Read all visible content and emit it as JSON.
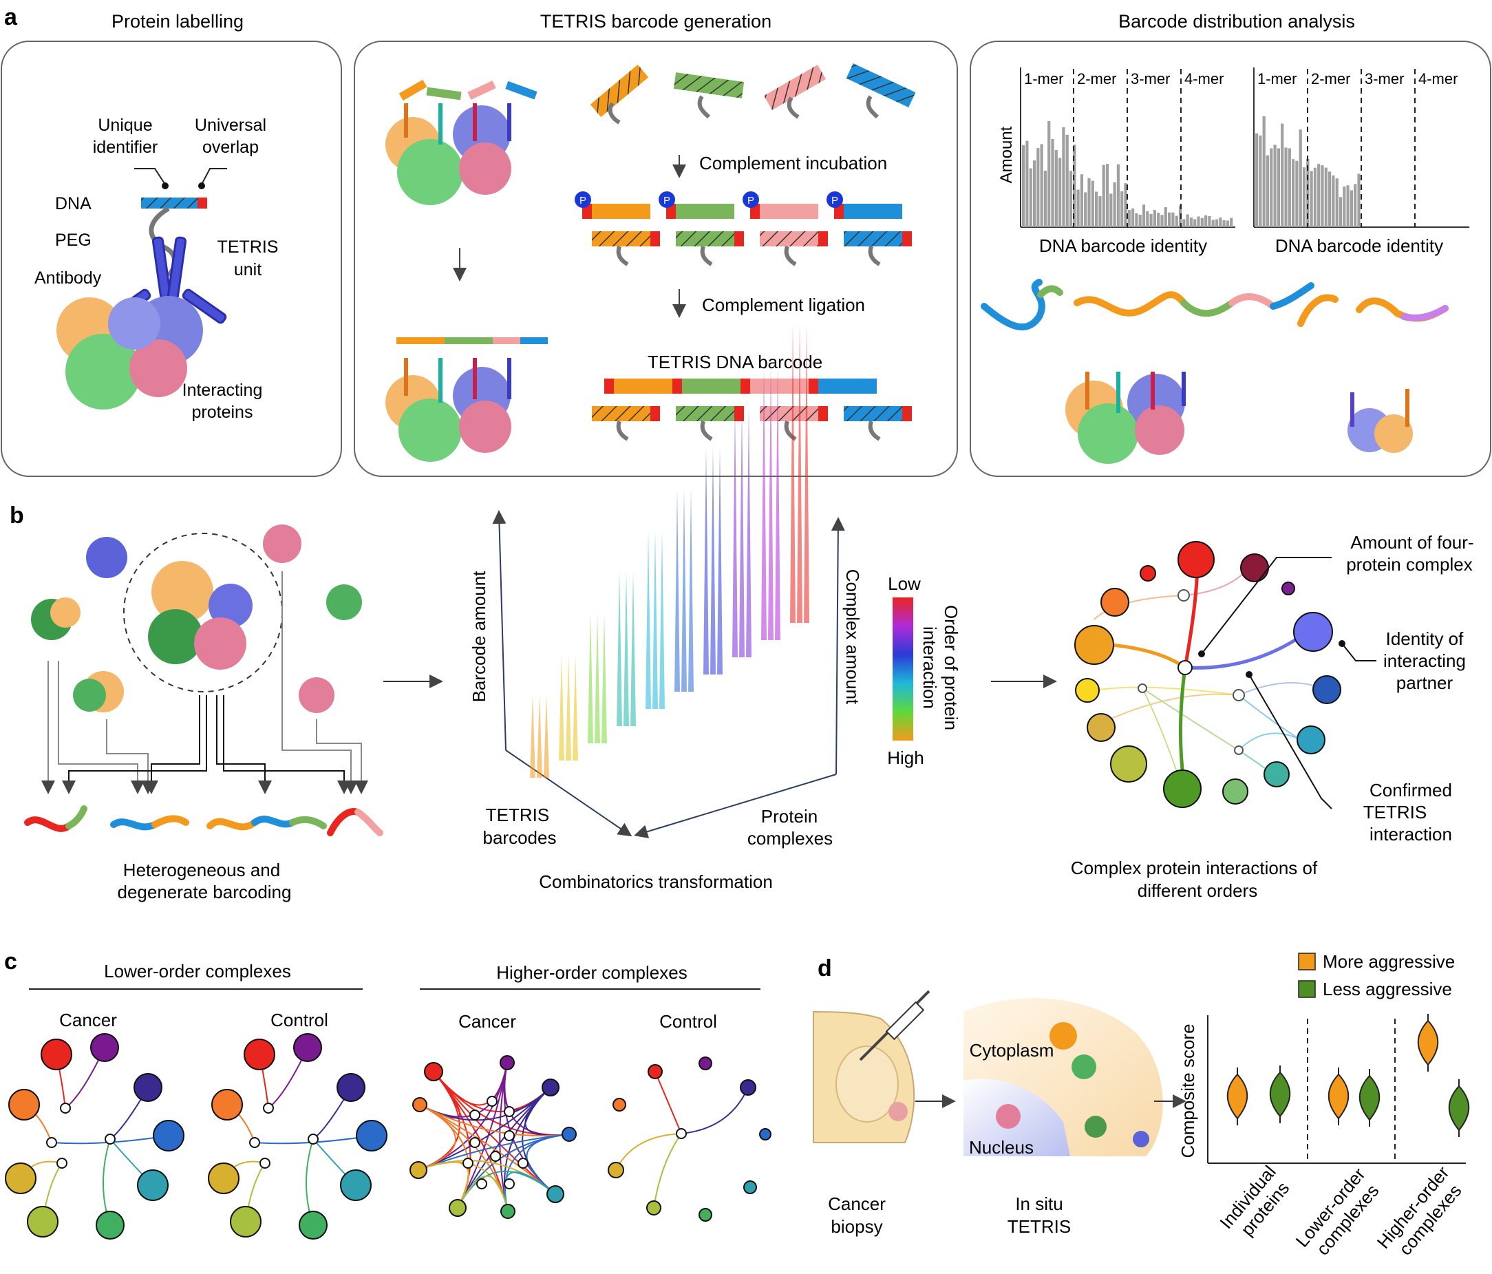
{
  "panel_a": {
    "letter": "a",
    "titles": [
      "Protein labelling",
      "TETRIS barcode generation",
      "Barcode distribution analysis"
    ],
    "labelling": {
      "unique_identifier": [
        "Unique",
        "identifier"
      ],
      "universal_overlap": [
        "Universal",
        "overlap"
      ],
      "dna": "DNA",
      "peg": "PEG",
      "antibody": "Antibody",
      "tetris_unit": [
        "TETRIS",
        "unit"
      ],
      "interacting_proteins": [
        "Interacting",
        "proteins"
      ]
    },
    "generation": {
      "complement_incubation": "Complement incubation",
      "complement_ligation": "Complement ligation",
      "tetris_dna_barcode": "TETRIS DNA barcode",
      "phosphate": "P"
    },
    "distribution": {
      "kmer_labels": [
        "1-mer",
        "2-mer",
        "3-mer",
        "4-mer"
      ],
      "ylabel": "Amount",
      "xlabel": "DNA barcode identity"
    }
  },
  "panel_b": {
    "letter": "b",
    "heterogeneous": [
      "Heterogeneous and",
      "degenerate barcoding"
    ],
    "barcode_amount": "Barcode amount",
    "complex_amount": "Complex amount",
    "tetris_barcodes": [
      "TETRIS",
      "barcodes"
    ],
    "protein_complexes": [
      "Protein",
      "complexes"
    ],
    "combinatorics": "Combinatorics transformation",
    "scale_low": "Low",
    "scale_high": "High",
    "order_label": [
      "Order of protein",
      "interaction"
    ],
    "amount_four": [
      "Amount of four-",
      "protein complex"
    ],
    "identity": [
      "Identity of",
      "interacting",
      "partner"
    ],
    "confirmed": [
      "Confirmed",
      "TETRIS",
      "interaction"
    ],
    "complex_interactions": [
      "Complex protein interactions of",
      "different orders"
    ]
  },
  "panel_c": {
    "letter": "c",
    "lower": "Lower-order complexes",
    "higher": "Higher-order complexes",
    "cancer": "Cancer",
    "control": "Control"
  },
  "panel_d": {
    "letter": "d",
    "legend": [
      {
        "label": "More aggressive",
        "color": "#f39a1c"
      },
      {
        "label": "Less aggressive",
        "color": "#4f8f26"
      }
    ],
    "ylabel": "Composite score",
    "cytoplasm": "Cytoplasm",
    "nucleus": "Nucleus",
    "cancer_biopsy": [
      "Cancer",
      "biopsy"
    ],
    "in_situ": [
      "In situ",
      "TETRIS"
    ],
    "categories": [
      [
        "Individual",
        "proteins"
      ],
      [
        "Lower-order",
        "complexes"
      ],
      [
        "Higher-order",
        "complexes"
      ]
    ]
  },
  "colors": {
    "orange": "#f39a1c",
    "green": "#7ab55c",
    "pink": "#f2a0a0",
    "blue": "#1e8fd8",
    "red": "#e8251e",
    "antibody": "#4a4fd8"
  }
}
